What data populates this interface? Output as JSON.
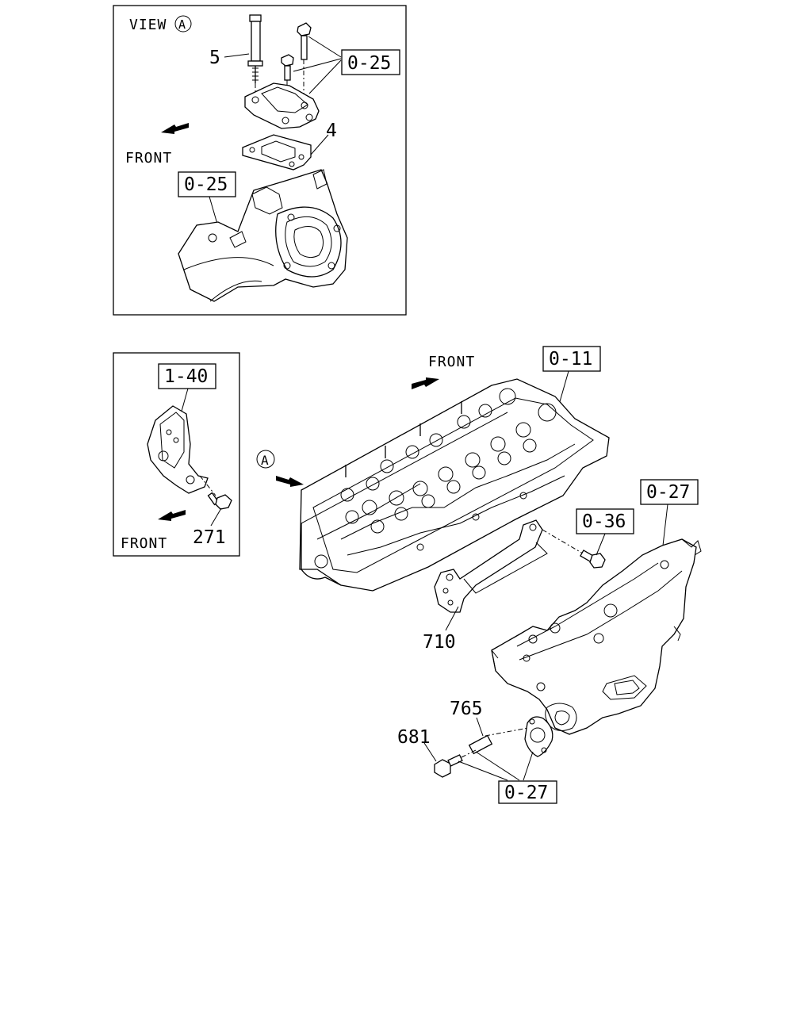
{
  "view_a": {
    "title": "VIEW",
    "title_circle": "A",
    "front": "FRONT",
    "labels": {
      "bolt": "5",
      "gasket": "4"
    },
    "refs": {
      "fasteners": "0-25",
      "housing": "0-25"
    }
  },
  "detail": {
    "ref": "1-40",
    "bolt_label": "271",
    "front": "FRONT"
  },
  "main": {
    "front": "FRONT",
    "view_marker": "A",
    "refs": {
      "cylinder_head": "0-11",
      "manifold": "0-27",
      "bracket_bolt": "0-36",
      "studs": "0-27"
    },
    "labels": {
      "bracket": "710",
      "stud": "765",
      "nut": "681"
    }
  }
}
